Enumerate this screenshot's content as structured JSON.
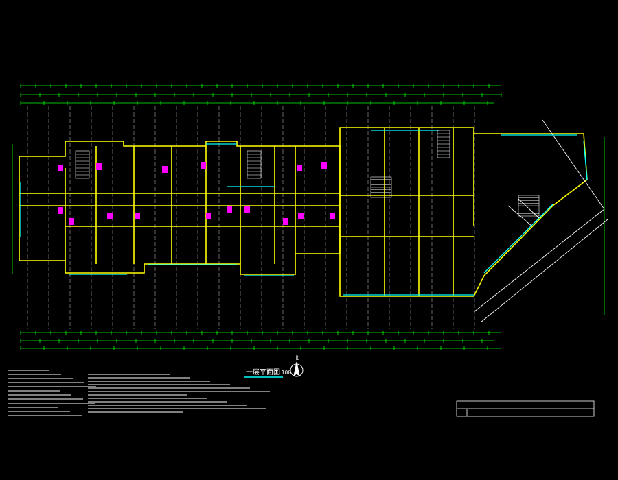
{
  "drawing": {
    "title": "一层平面图",
    "scale": "1:100",
    "north_label": "北",
    "colors": {
      "background": "#000000",
      "walls": "#ffff00",
      "dimension": "#00ff00",
      "axis": "#ffffff",
      "window": "#00ffff",
      "furniture": "#ff00ff",
      "text": "#ffffff"
    }
  }
}
